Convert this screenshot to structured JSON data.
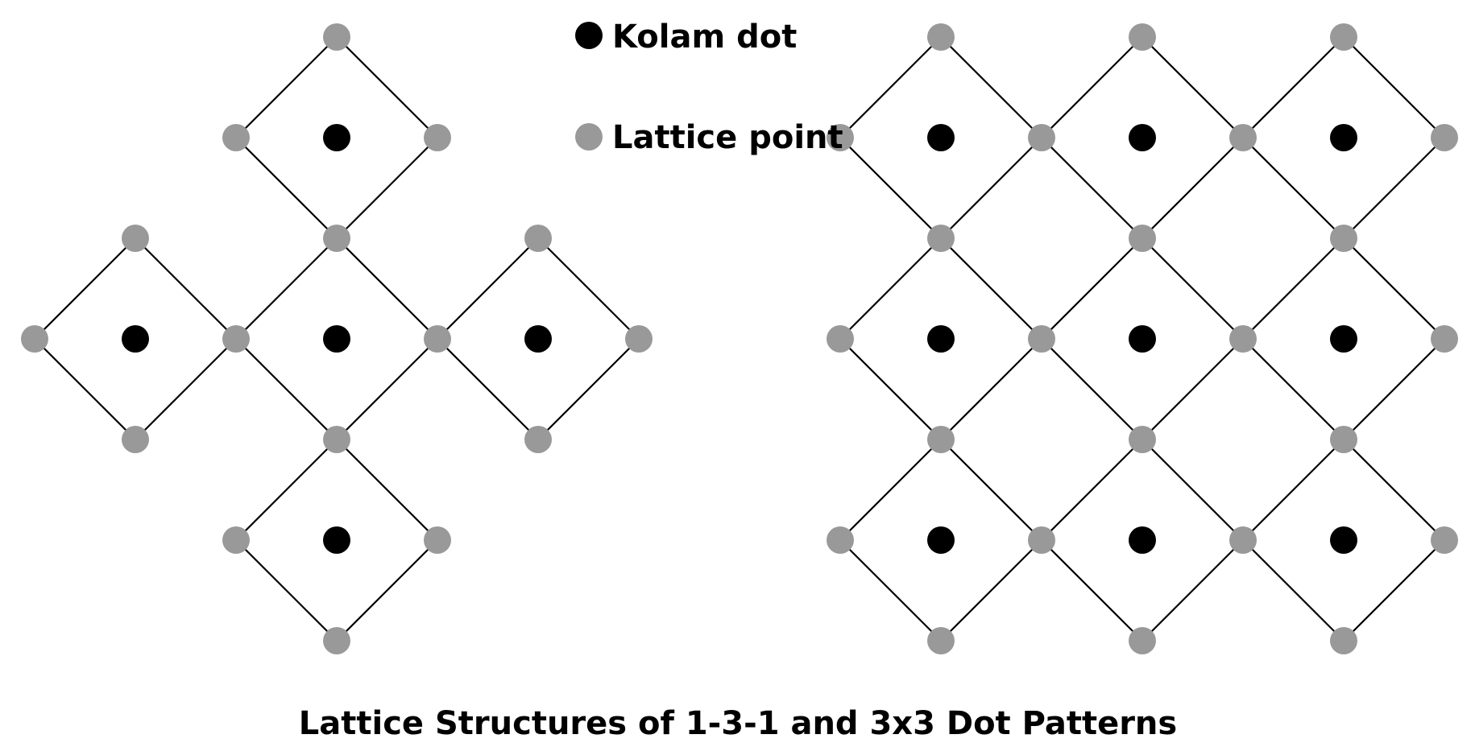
{
  "legend": {
    "kolam_dot_label": "Kolam dot",
    "lattice_point_label": "Lattice point"
  },
  "title": "Lattice Structures of 1-3-1 and 3x3 Dot Patterns",
  "colors": {
    "kolam_dot": "#000000",
    "lattice_point": "#999999",
    "outline": "#000000",
    "background": "#ffffff"
  },
  "patterns": [
    {
      "name": "1-3-1",
      "cells": [
        [
          0,
          1
        ],
        [
          1,
          0
        ],
        [
          1,
          1
        ],
        [
          1,
          2
        ],
        [
          2,
          1
        ]
      ]
    },
    {
      "name": "3x3",
      "cells": [
        [
          0,
          0
        ],
        [
          0,
          1
        ],
        [
          0,
          2
        ],
        [
          1,
          0
        ],
        [
          1,
          1
        ],
        [
          1,
          2
        ],
        [
          2,
          0
        ],
        [
          2,
          1
        ],
        [
          2,
          2
        ]
      ]
    }
  ]
}
